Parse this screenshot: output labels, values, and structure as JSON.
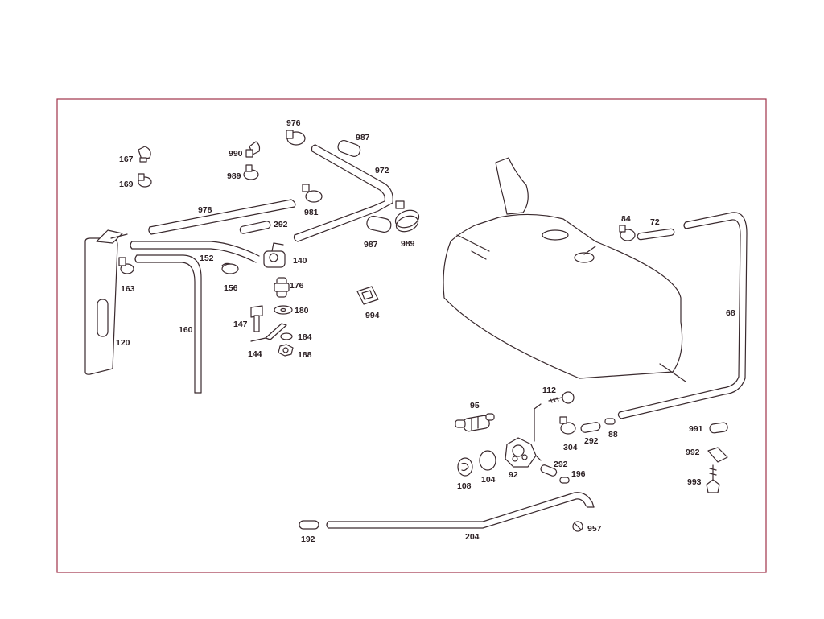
{
  "diagram": {
    "labels": {
      "l167": "167",
      "l169": "169",
      "l990": "990",
      "l989a": "989",
      "l976": "976",
      "l987a": "987",
      "l972": "972",
      "l978": "978",
      "l292a": "292",
      "l981": "981",
      "l987b": "987",
      "l989b": "989",
      "l152": "152",
      "l140": "140",
      "l163": "163",
      "l156": "156",
      "l176": "176",
      "l180": "180",
      "l147": "147",
      "l184": "184",
      "l144": "144",
      "l188": "188",
      "l160": "160",
      "l120": "120",
      "l994": "994",
      "l84": "84",
      "l72": "72",
      "l68": "68",
      "l112": "112",
      "l95": "95",
      "l304": "304",
      "l292b": "292",
      "l88": "88",
      "l991": "991",
      "l992": "992",
      "l993": "993",
      "l108": "108",
      "l104": "104",
      "l92": "92",
      "l292c": "292",
      "l196": "196",
      "l957": "957",
      "l192": "192",
      "l204": "204"
    },
    "colors": {
      "frame": "#a0324a",
      "line": "#3a2a2e",
      "text": "#2a1e22"
    }
  }
}
